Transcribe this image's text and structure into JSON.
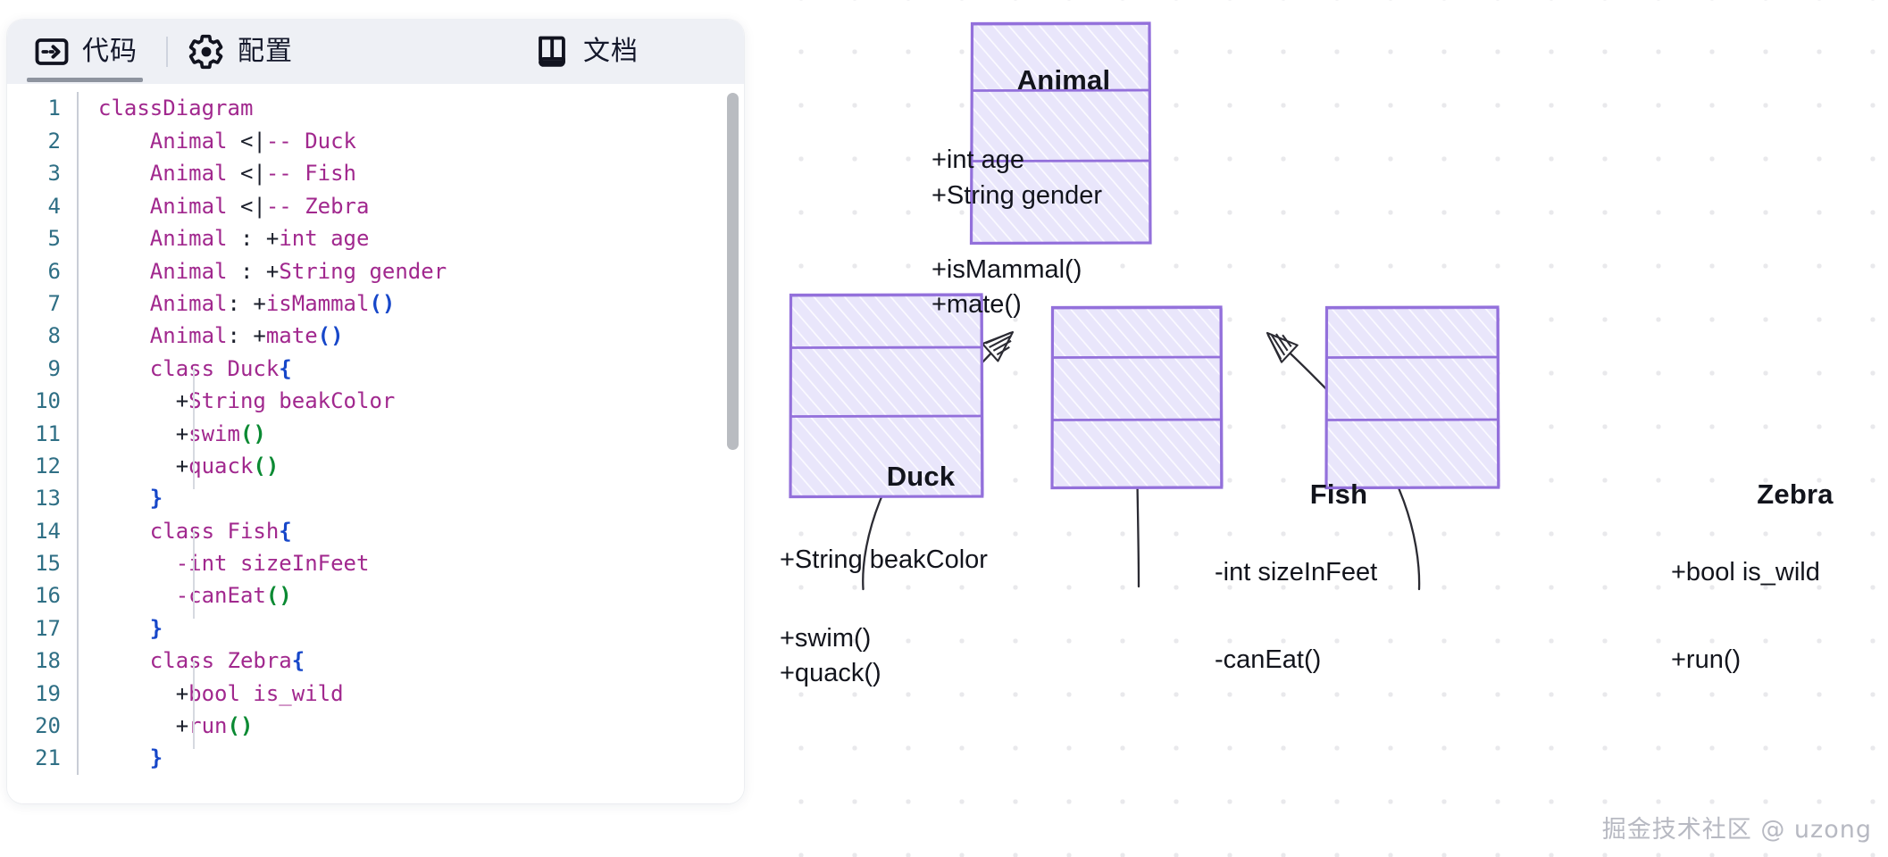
{
  "editor": {
    "tabs": [
      {
        "label": "代码",
        "icon": "code-terminal-icon",
        "active": true
      },
      {
        "label": "配置",
        "icon": "gear-icon",
        "active": false
      },
      {
        "label": "文档",
        "icon": "book-icon",
        "active": false
      }
    ],
    "scrollbar": {
      "name": "vertical-scrollbar"
    },
    "lines": [
      {
        "n": "1",
        "tokens": [
          {
            "t": "classDiagram",
            "c": "tok-kw"
          }
        ]
      },
      {
        "n": "2",
        "tokens": [
          {
            "t": "    Animal ",
            "c": "tok-id"
          },
          {
            "t": "<|",
            "c": "tok-op"
          },
          {
            "t": "-- Duck",
            "c": "tok-id"
          }
        ]
      },
      {
        "n": "3",
        "tokens": [
          {
            "t": "    Animal ",
            "c": "tok-id"
          },
          {
            "t": "<|",
            "c": "tok-op"
          },
          {
            "t": "-- Fish",
            "c": "tok-id"
          }
        ]
      },
      {
        "n": "4",
        "tokens": [
          {
            "t": "    Animal ",
            "c": "tok-id"
          },
          {
            "t": "<|",
            "c": "tok-op"
          },
          {
            "t": "-- Zebra",
            "c": "tok-id"
          }
        ]
      },
      {
        "n": "5",
        "tokens": [
          {
            "t": "    Animal ",
            "c": "tok-id"
          },
          {
            "t": ": +",
            "c": "tok-op"
          },
          {
            "t": "int age",
            "c": "tok-id"
          }
        ]
      },
      {
        "n": "6",
        "tokens": [
          {
            "t": "    Animal ",
            "c": "tok-id"
          },
          {
            "t": ": +",
            "c": "tok-op"
          },
          {
            "t": "String gender",
            "c": "tok-id"
          }
        ]
      },
      {
        "n": "7",
        "tokens": [
          {
            "t": "    Animal",
            "c": "tok-id"
          },
          {
            "t": ": +",
            "c": "tok-op"
          },
          {
            "t": "isMammal",
            "c": "tok-id"
          },
          {
            "t": "()",
            "c": "tok-paren-blue"
          }
        ]
      },
      {
        "n": "8",
        "tokens": [
          {
            "t": "    Animal",
            "c": "tok-id"
          },
          {
            "t": ": +",
            "c": "tok-op"
          },
          {
            "t": "mate",
            "c": "tok-id"
          },
          {
            "t": "()",
            "c": "tok-paren-blue"
          }
        ]
      },
      {
        "n": "9",
        "tokens": [
          {
            "t": "    class Duck",
            "c": "tok-id"
          },
          {
            "t": "{",
            "c": "tok-brace"
          }
        ]
      },
      {
        "n": "10",
        "tokens": [
          {
            "t": "      +",
            "c": "tok-op"
          },
          {
            "t": "String beakColor",
            "c": "tok-id"
          }
        ]
      },
      {
        "n": "11",
        "tokens": [
          {
            "t": "      +",
            "c": "tok-op"
          },
          {
            "t": "swim",
            "c": "tok-id"
          },
          {
            "t": "()",
            "c": "tok-paren-green"
          }
        ]
      },
      {
        "n": "12",
        "tokens": [
          {
            "t": "      +",
            "c": "tok-op"
          },
          {
            "t": "quack",
            "c": "tok-id"
          },
          {
            "t": "()",
            "c": "tok-paren-green"
          }
        ]
      },
      {
        "n": "13",
        "tokens": [
          {
            "t": "    ",
            "c": "tok-plain"
          },
          {
            "t": "}",
            "c": "tok-brace"
          }
        ]
      },
      {
        "n": "14",
        "tokens": [
          {
            "t": "    class Fish",
            "c": "tok-id"
          },
          {
            "t": "{",
            "c": "tok-brace"
          }
        ]
      },
      {
        "n": "15",
        "tokens": [
          {
            "t": "      -int sizeInFeet",
            "c": "tok-id"
          }
        ]
      },
      {
        "n": "16",
        "tokens": [
          {
            "t": "      -canEat",
            "c": "tok-id"
          },
          {
            "t": "()",
            "c": "tok-paren-green"
          }
        ]
      },
      {
        "n": "17",
        "tokens": [
          {
            "t": "    ",
            "c": "tok-plain"
          },
          {
            "t": "}",
            "c": "tok-brace"
          }
        ]
      },
      {
        "n": "18",
        "tokens": [
          {
            "t": "    class Zebra",
            "c": "tok-id"
          },
          {
            "t": "{",
            "c": "tok-brace"
          }
        ]
      },
      {
        "n": "19",
        "tokens": [
          {
            "t": "      +",
            "c": "tok-op"
          },
          {
            "t": "bool is_wild",
            "c": "tok-id"
          }
        ]
      },
      {
        "n": "20",
        "tokens": [
          {
            "t": "      +",
            "c": "tok-op"
          },
          {
            "t": "run",
            "c": "tok-id"
          },
          {
            "t": "()",
            "c": "tok-paren-green"
          }
        ]
      },
      {
        "n": "21",
        "tokens": [
          {
            "t": "    ",
            "c": "tok-plain"
          },
          {
            "t": "}",
            "c": "tok-brace"
          }
        ]
      }
    ]
  },
  "diagram": {
    "type": "uml-class-diagram",
    "style": {
      "stroke": "#9370db",
      "fill": "#e9e6fb",
      "edge": "#2b2b33"
    },
    "classes": [
      {
        "id": "animal",
        "name": "Animal",
        "attributes": [
          "+int age",
          "+String gender"
        ],
        "methods": [
          "+isMammal()",
          "+mate()"
        ]
      },
      {
        "id": "duck",
        "name": "Duck",
        "attributes": [
          "+String beakColor"
        ],
        "methods": [
          "+swim()",
          "+quack()"
        ]
      },
      {
        "id": "fish",
        "name": "Fish",
        "attributes": [
          "-int sizeInFeet"
        ],
        "methods": [
          "-canEat()"
        ]
      },
      {
        "id": "zebra",
        "name": "Zebra",
        "attributes": [
          "+bool is_wild"
        ],
        "methods": [
          "+run()"
        ]
      }
    ],
    "relations": [
      {
        "from": "duck",
        "to": "animal",
        "type": "inheritance"
      },
      {
        "from": "fish",
        "to": "animal",
        "type": "inheritance"
      },
      {
        "from": "zebra",
        "to": "animal",
        "type": "inheritance"
      }
    ]
  },
  "watermark": {
    "text": "掘金技术社区 @ uzong"
  }
}
